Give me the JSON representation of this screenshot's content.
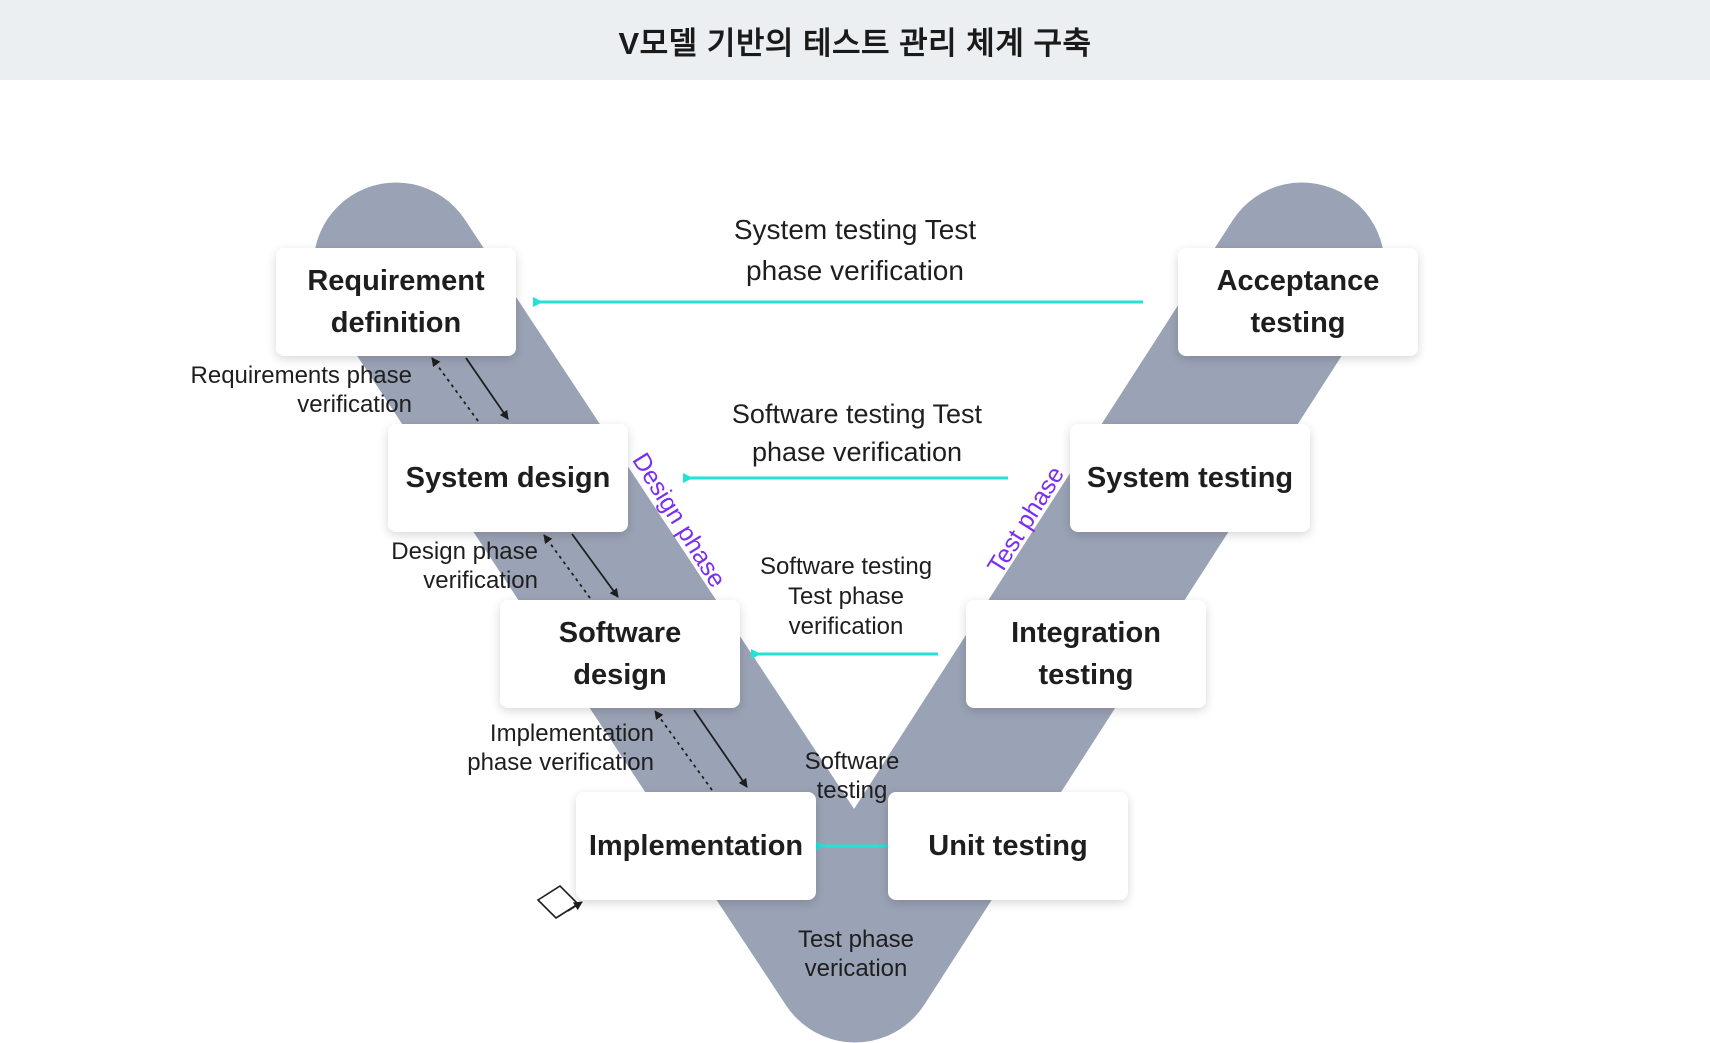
{
  "title": "V모델 기반의 테스트 관리 체계 구축",
  "colors": {
    "v_shape": "#9aa3b5",
    "arrow_cyan": "#1fe3d6",
    "phase_purple": "#7a2ff0",
    "header_bg": "#eceff2"
  },
  "design_side": {
    "requirement_definition": "Requirement definition",
    "system_design": "System design",
    "software_design": "Software design",
    "implementation": "Implementation"
  },
  "test_side": {
    "acceptance_testing": "Acceptance testing",
    "system_testing": "System testing",
    "integration_testing": "Integration testing",
    "unit_testing": "Unit testing"
  },
  "phases": {
    "design_phase": "Design phase",
    "test_phase": "Test phase"
  },
  "verification_labels": {
    "requirements_phase": "Requirements phase verification",
    "design_phase": "Design phase verification",
    "implementation_phase": "Implementation phase verification"
  },
  "cross_labels": {
    "acceptance": "System testing Test phase verification",
    "system": "Software testing Test phase verification",
    "integration": "Software testing Test phase verification",
    "unit": "Software testing",
    "bottom": "Test phase verication"
  }
}
